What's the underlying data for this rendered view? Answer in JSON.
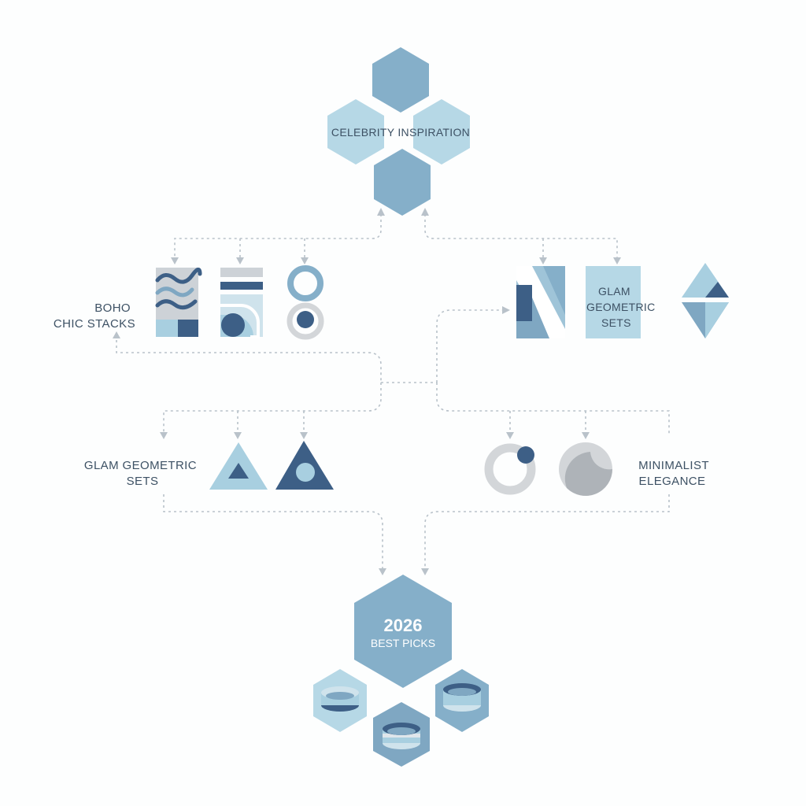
{
  "colors": {
    "background": "#fdfefe",
    "light_blue": "#a8cfe0",
    "mid_blue": "#7fa7c2",
    "dark_blue": "#3d5f86",
    "pale_blue": "#cfe3ec",
    "grey": "#c9ccd0",
    "connector": "#b9c2ca",
    "text": "#3d5164"
  },
  "nodes": {
    "top": {
      "label": "CELEBRITY INSPIRATION"
    },
    "boho": {
      "line1": "BOHO",
      "line2": "CHIC STACKS"
    },
    "glam_right": {
      "line1": "GLAM",
      "line2": "GEOMETRIC",
      "line3": "SETS"
    },
    "glam_left": {
      "line1": "GLAM GEOMETRIC",
      "line2": "SETS"
    },
    "minimal": {
      "line1": "MINIMALIST",
      "line2": "ELEGANCE"
    },
    "best": {
      "line1": "2026",
      "line2": "BEST PICKS"
    }
  },
  "icons": {
    "boho": [
      "wave-pattern-icon",
      "layered-arch-icon",
      "double-ring-icon"
    ],
    "glam_right": [
      "angular-n-icon",
      "diamond-icon"
    ],
    "glam_left": [
      "outlined-triangle-icon",
      "triangle-dot-icon"
    ],
    "minimal": [
      "ring-dot-icon",
      "half-moon-circle-icon"
    ],
    "best": [
      "bracelet-stack-icon"
    ]
  }
}
